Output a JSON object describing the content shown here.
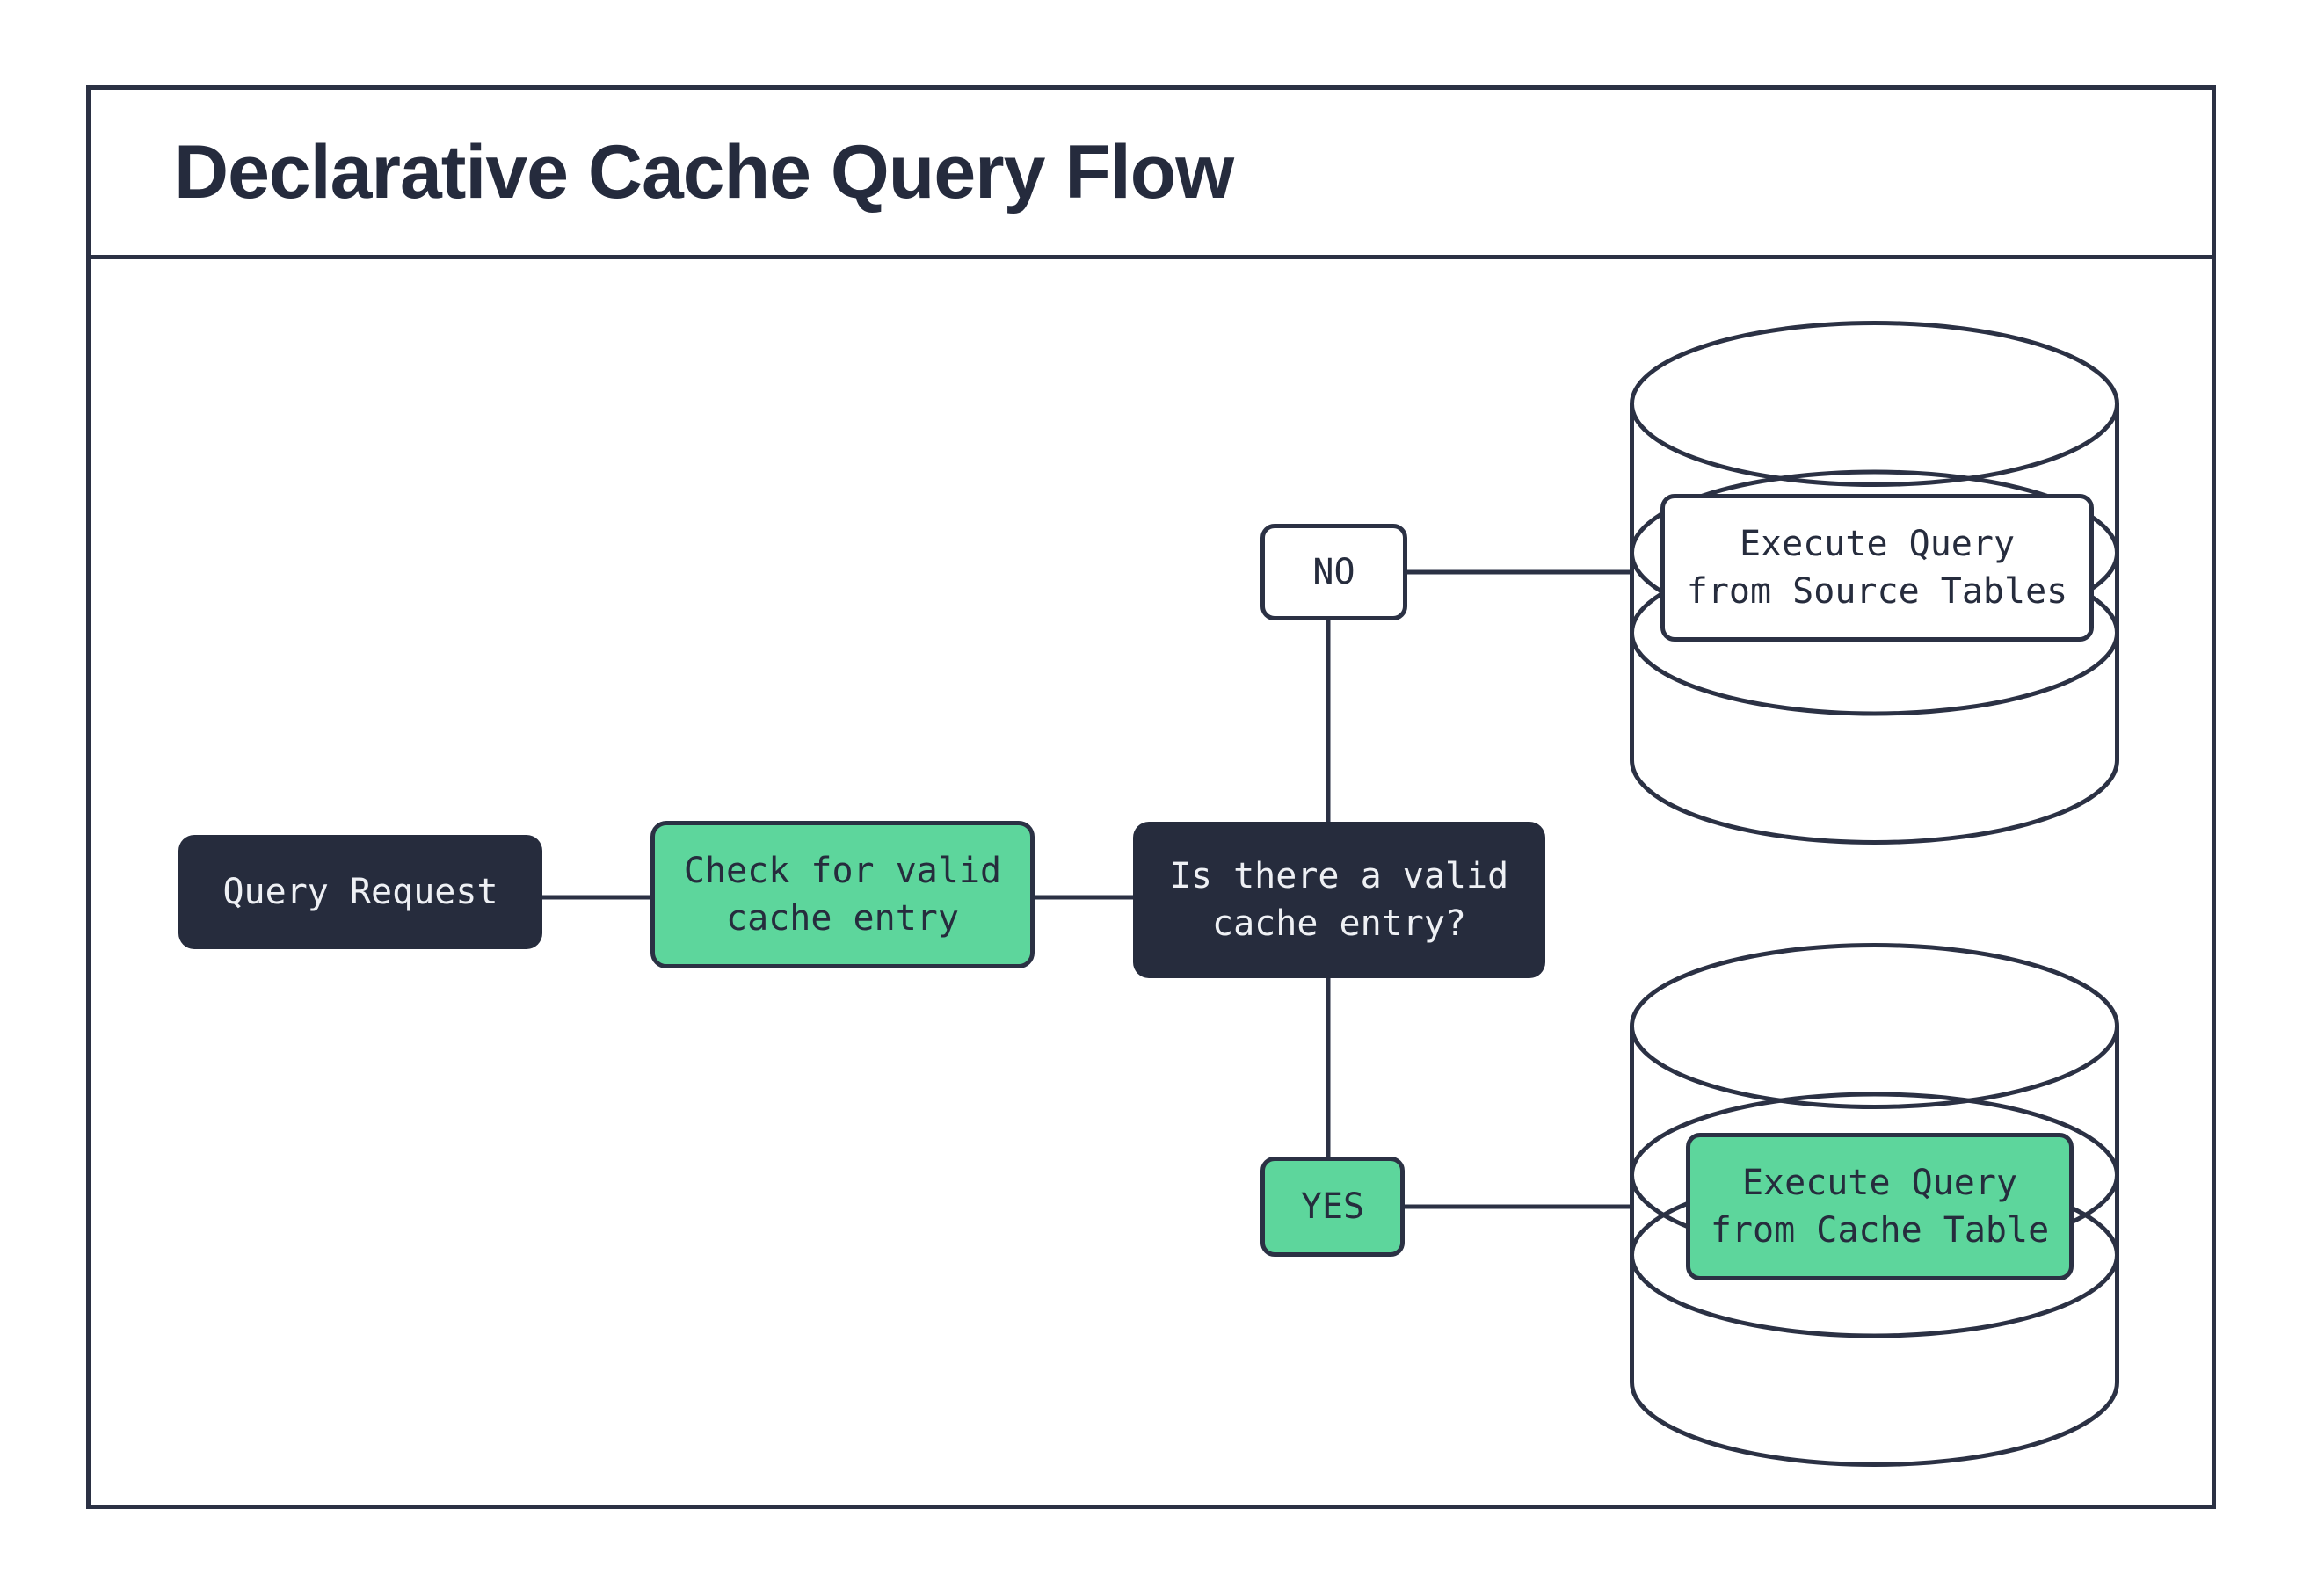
{
  "title": "Declarative Cache Query Flow",
  "colors": {
    "ink": "#2b3144",
    "dark_node_fill": "#262c3d",
    "accent_green": "#5dd69c",
    "light_text": "#eef0f4",
    "background": "#ffffff"
  },
  "nodes": {
    "query_request": {
      "label": "Query Request"
    },
    "check_cache": {
      "label": "Check for valid\ncache entry"
    },
    "decision": {
      "label": "Is there a valid\ncache entry?"
    },
    "branch_no": {
      "label": "NO"
    },
    "branch_yes": {
      "label": "YES"
    },
    "source_db": {
      "label": "Execute Query\nfrom Source Tables"
    },
    "cache_db": {
      "label": "Execute Query\nfrom Cache Table"
    }
  }
}
